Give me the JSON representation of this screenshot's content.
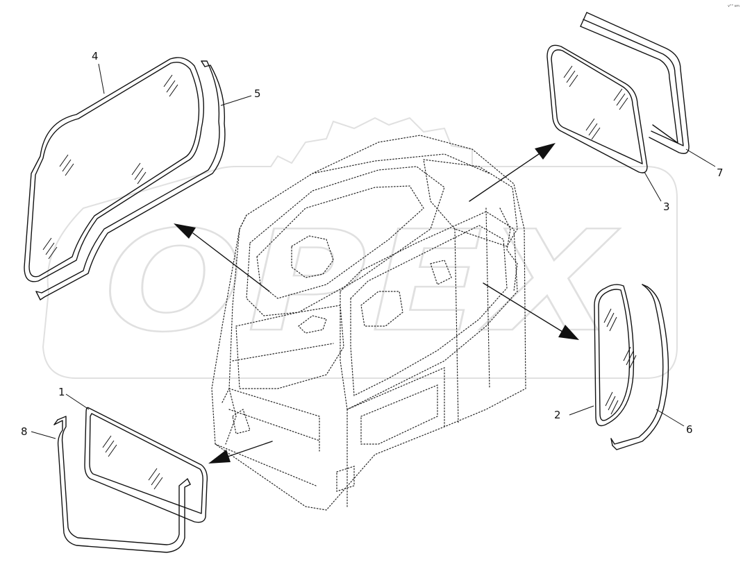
{
  "diagram": {
    "watermark": "OPEX",
    "corner_code": "v°° sm",
    "callouts": [
      "1",
      "2",
      "3",
      "4",
      "5",
      "6",
      "7",
      "8"
    ],
    "colors": {
      "line": "#111111",
      "watermark": "#bdbdbd",
      "arrow": "#111111"
    }
  }
}
